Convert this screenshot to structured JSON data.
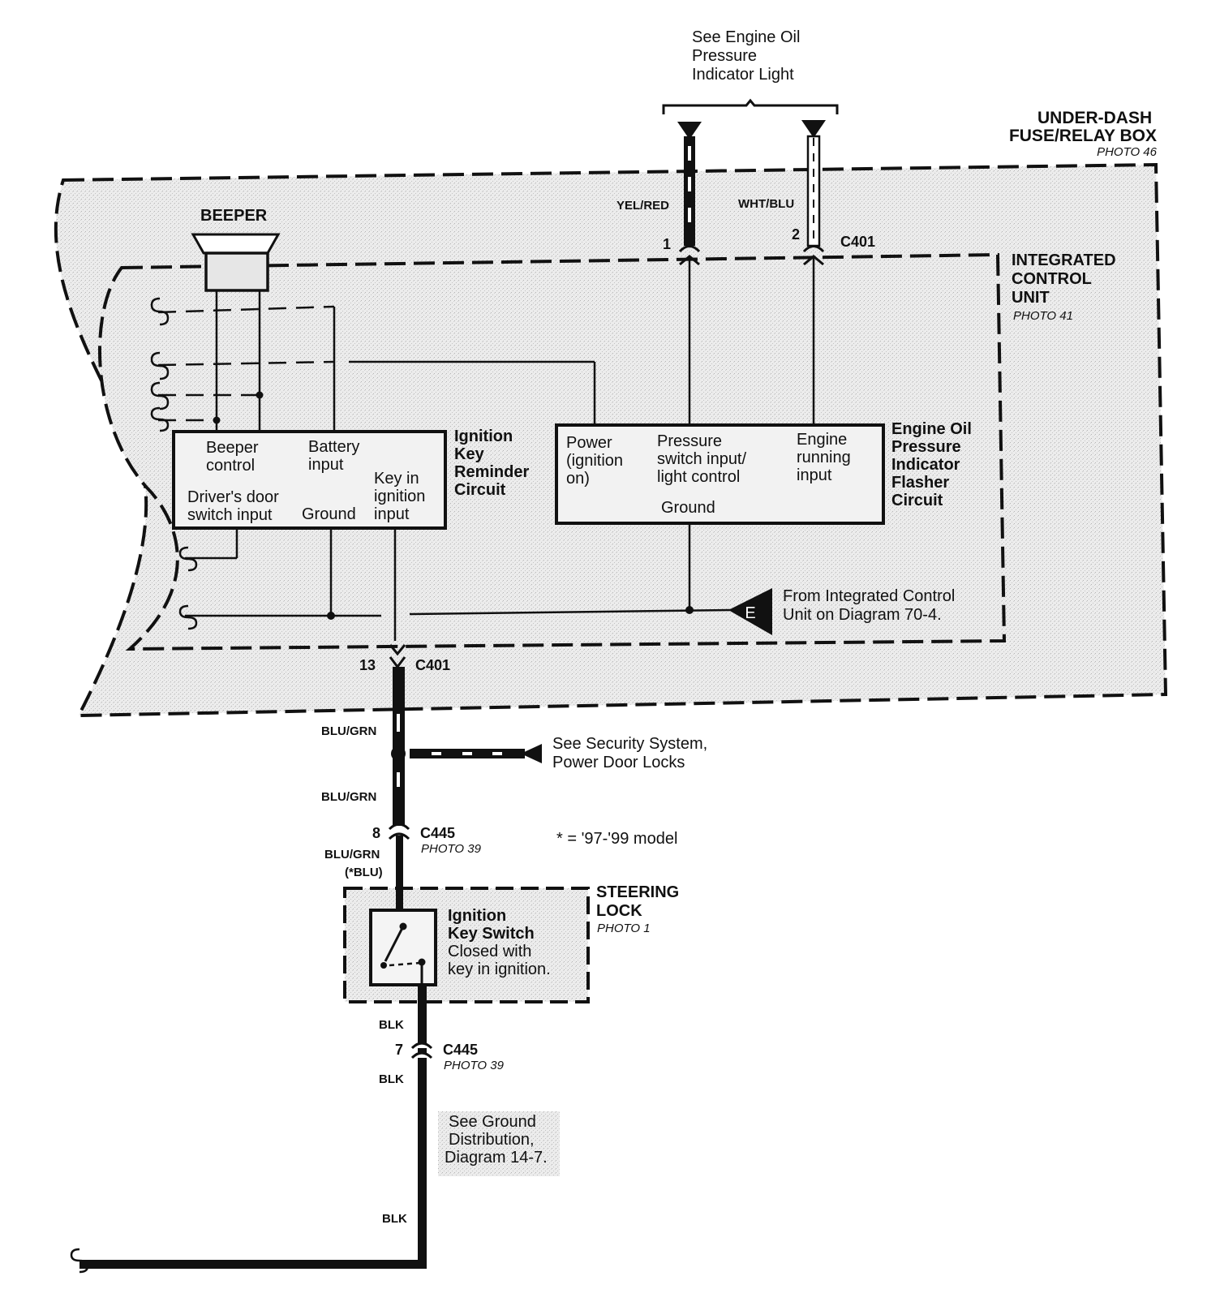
{
  "top_note": [
    "See Engine Oil",
    "Pressure",
    "Indicator Light"
  ],
  "fuse_box": {
    "title": [
      "UNDER-DASH",
      "FUSE/RELAY BOX"
    ],
    "photo": "PHOTO 46"
  },
  "icu": {
    "title": [
      "INTEGRATED",
      "CONTROL",
      "UNIT"
    ],
    "photo": "PHOTO 41"
  },
  "beeper": "BEEPER",
  "wires": {
    "yel_red": "YEL/RED",
    "wht_blu": "WHT/BLU",
    "blu_grn_1": "BLU/GRN",
    "blu_grn_2": "BLU/GRN",
    "blu_grn_3": "BLU/GRN",
    "blu_alt": "(*BLU)",
    "blk_1": "BLK",
    "blk_2": "BLK",
    "blk_3": "BLK"
  },
  "connectors": {
    "c401_top": {
      "name": "C401",
      "pin1": "1",
      "pin2": "2"
    },
    "c401_bottom": {
      "name": "C401",
      "pin": "13"
    },
    "c445_upper": {
      "name": "C445",
      "pin": "8",
      "photo": "PHOTO 39"
    },
    "c445_lower": {
      "name": "C445",
      "pin": "7",
      "photo": "PHOTO 39"
    }
  },
  "ikr": {
    "title": [
      "Ignition",
      "Key",
      "Reminder",
      "Circuit"
    ],
    "beeper_control": [
      "Beeper",
      "control"
    ],
    "battery_input": [
      "Battery",
      "input"
    ],
    "key_in_ignition": [
      "Key in",
      "ignition",
      "input"
    ],
    "drivers_door": [
      "Driver's door",
      "switch input"
    ],
    "ground": "Ground"
  },
  "eop": {
    "title": [
      "Engine Oil",
      "Pressure",
      "Indicator",
      "Flasher",
      "Circuit"
    ],
    "power": [
      "Power",
      "(ignition",
      "on)"
    ],
    "pressure_switch": [
      "Pressure",
      "switch input/",
      "light control"
    ],
    "engine_running": [
      "Engine",
      "running",
      "input"
    ],
    "ground": "Ground"
  },
  "from_icu": {
    "letter": "E",
    "text": [
      "From Integrated Control",
      "Unit on Diagram 70-4."
    ]
  },
  "security_note": [
    "See Security System,",
    "Power Door Locks"
  ],
  "model_note": "* = '97-'99 model",
  "steering_lock": {
    "title": [
      "STEERING",
      "LOCK"
    ],
    "photo": "PHOTO 1"
  },
  "ignition_switch": {
    "title": [
      "Ignition",
      "Key Switch"
    ],
    "desc": [
      "Closed with",
      "key in ignition."
    ]
  },
  "ground_note": [
    "See Ground",
    "Distribution,",
    "Diagram 14-7."
  ]
}
